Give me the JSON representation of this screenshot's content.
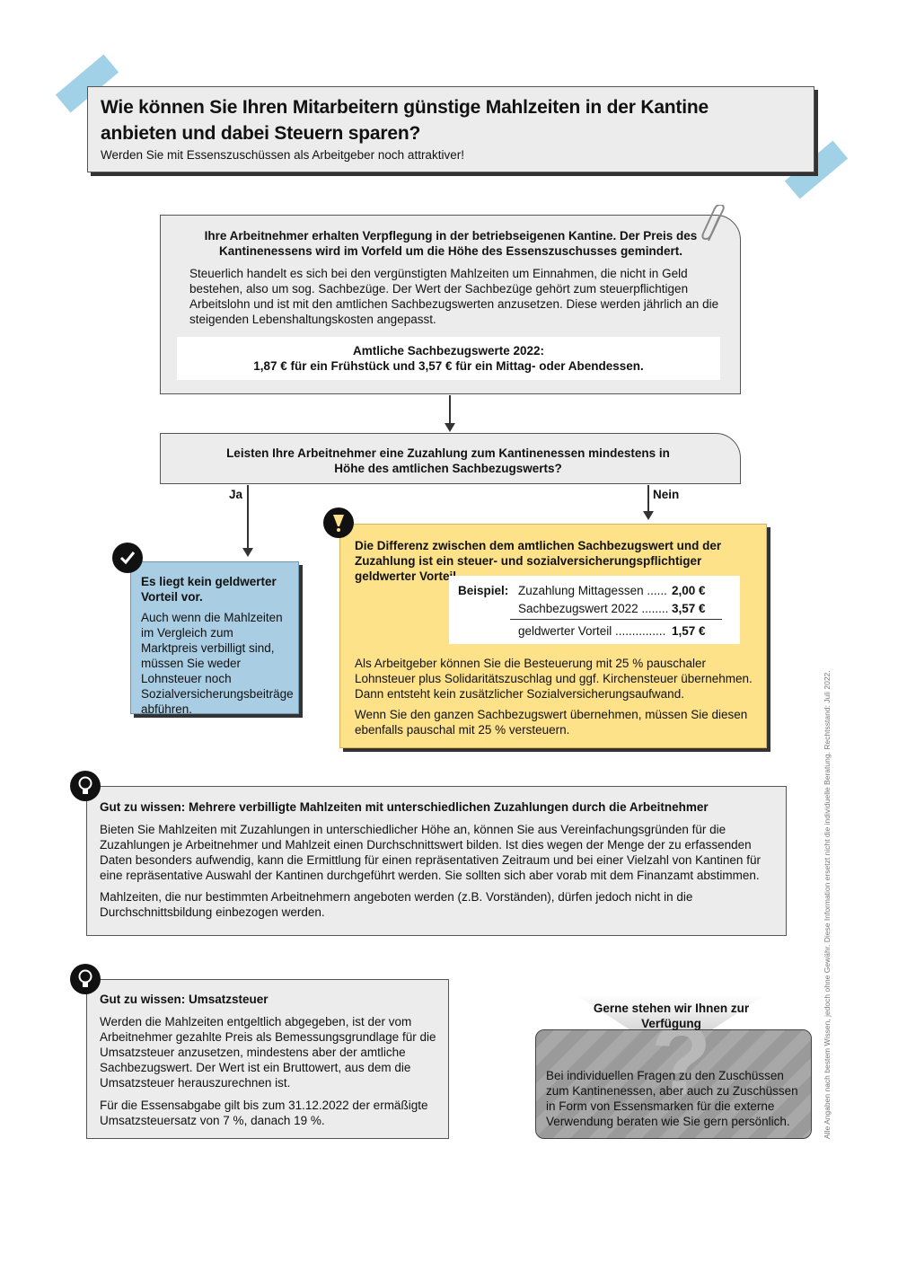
{
  "header": {
    "title": "Wie können Sie Ihren Mitarbeitern günstige Mahlzeiten in der Kantine anbieten und dabei Steuern sparen?",
    "subtitle": "Werden Sie mit Essenszuschüssen als Arbeitgeber noch attraktiver!"
  },
  "intro": {
    "heading": "Ihre Arbeitnehmer erhalten Verpflegung in der betriebseigenen Kantine. Der Preis des Kantinenessens wird im Vorfeld um die Höhe des Essenszuschusses gemindert.",
    "body": "Steuerlich handelt es sich bei den vergünstigten Mahlzeiten um Einnahmen, die nicht in Geld bestehen, also um sog. Sachbezüge. Der Wert der Sachbezüge gehört zum steuerpflichtigen Arbeitslohn und ist mit den amtlichen Sachbezugswerten anzusetzen. Diese werden jährlich an die steigenden Lebenshaltungskosten angepasst.",
    "values_title": "Amtliche Sachbezugswerte 2022:",
    "values_text": "1,87 € für ein Frühstück und 3,57 € für ein Mittag- oder Abendessen."
  },
  "question": {
    "text": "Leisten Ihre Arbeitnehmer eine Zuzahlung zum Kantinenessen mindestens in Höhe des amtlichen Sachbezugswerts?",
    "yes": "Ja",
    "no": "Nein"
  },
  "yes_box": {
    "heading": "Es liegt kein geldwerter Vorteil vor.",
    "body": "Auch wenn die Mahlzeiten im Vergleich zum Marktpreis verbilligt sind, müssen Sie weder Lohnsteuer noch Sozialversicherungsbeiträge abführen."
  },
  "no_box": {
    "heading": "Die Differenz zwischen dem amtlichen Sachbezugswert und der Zuzahlung ist ein steuer- und sozialversicherungspflichtiger geldwerter Vorteil.",
    "example_label": "Beispiel:",
    "rows": [
      {
        "label": "Zuzahlung Mittagessen ......",
        "value": "2,00 €"
      },
      {
        "label": "Sachbezugswert 2022 ........",
        "value": "3,57 €"
      },
      {
        "label": "geldwerter Vorteil ...............",
        "value": "1,57 €"
      }
    ],
    "para1": "Als Arbeitgeber können Sie die Besteuerung mit 25 % pauschaler Lohnsteuer plus Solidaritätszuschlag und ggf. Kirchensteuer übernehmen. Dann entsteht kein zusätzlicher Sozialversicherungsaufwand.",
    "para2": "Wenn Sie den ganzen Sachbezugswert übernehmen, müssen Sie diesen ebenfalls pauschal mit 25 % versteuern."
  },
  "tip1": {
    "heading": "Gut zu wissen: Mehrere verbilligte Mahlzeiten mit unterschiedlichen Zuzahlungen durch die Arbeitnehmer",
    "para1": "Bieten Sie Mahlzeiten mit Zuzahlungen in unterschiedlicher Höhe an, können Sie aus Vereinfachungsgründen für die Zuzahlungen je Arbeitnehmer und Mahlzeit einen Durchschnittswert bilden. Ist dies wegen der Menge der zu erfassenden Daten besonders aufwendig, kann die Ermittlung für einen repräsentativen Zeitraum und bei einer Vielzahl von Kantinen für eine repräsentative Auswahl der Kantinen durchgeführt werden. Sie sollten sich aber vorab mit dem Finanzamt abstimmen.",
    "para2": "Mahlzeiten, die nur bestimmten Arbeitnehmern angeboten werden (z.B. Vorständen), dürfen jedoch nicht in die Durchschnittsbildung einbezogen werden."
  },
  "tip2": {
    "heading": "Gut zu wissen: Umsatzsteuer",
    "para1": "Werden die Mahlzeiten entgeltlich abgegeben, ist der vom Arbeitnehmer gezahlte Preis als Bemessungsgrundlage für die Umsatzsteuer anzusetzen, mindestens aber der amtliche Sachbezugswert. Der Wert ist ein Bruttowert, aus dem die Umsatzsteuer herauszurechnen ist.",
    "para2": "Für die Essensabgabe gilt bis zum 31.12.2022 der ermäßigte Umsatzsteuersatz von 7 %, danach 19 %."
  },
  "contact": {
    "heading": "Gerne stehen wir Ihnen zur Verfügung",
    "body": "Bei individuellen Fragen zu den Zuschüssen zum Kantinenessen, aber auch zu Zuschüssen in Form von Essensmarken für die externe Verwendung beraten wie Sie gern persönlich."
  },
  "disclaimer": "Alle Angaben nach bestem Wissen, jedoch ohne Gewähr. Diese Information ersetzt nicht die individuelle Beratung. Rechtsstand: Juli 2022.",
  "colors": {
    "blue_box": "#a9cde3",
    "yellow_box": "#fde28a",
    "gray_box": "#ececec",
    "tape": "#8fc9e3"
  }
}
